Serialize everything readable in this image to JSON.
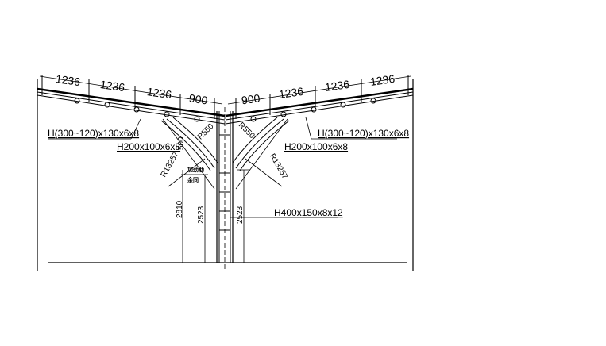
{
  "drawing": {
    "left_dims": [
      "1236",
      "1236",
      "1236",
      "900"
    ],
    "right_dims": [
      "900",
      "1236",
      "1236",
      "1236"
    ],
    "left_beam_label": "H(300~120)x130x6x8",
    "left_brace_label": "H200x100x6x8",
    "right_beam_label": "H(300~120)x130x6x8",
    "right_brace_label": "H200x100x6x8",
    "column_label": "H400x150x8x12",
    "radius_small_left": "R550",
    "radius_small_right": "R550",
    "radius_large_left": "R13257",
    "radius_large_right": "R13257",
    "dim_500": "500",
    "height_total": "2810",
    "height_left": "2523",
    "height_right": "2523",
    "note_stiffener": "加劲肋",
    "note_same": "余同"
  }
}
